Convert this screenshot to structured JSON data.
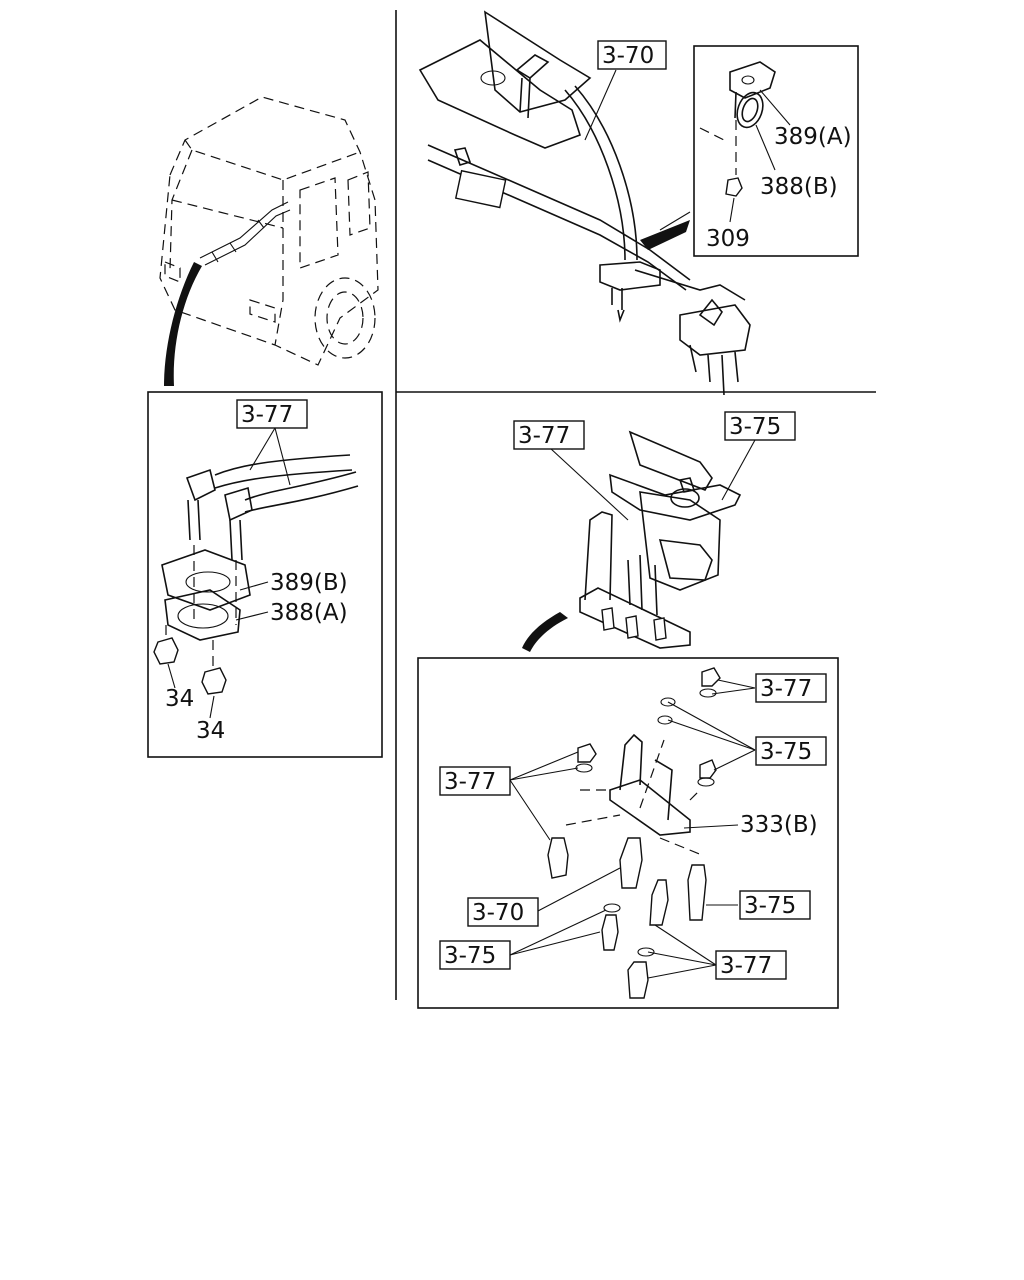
{
  "labels": {
    "tl_389a": "389(A)",
    "tl_388b": "388(B)",
    "tl_309": "309",
    "top_370": "3-70",
    "left_377": "3-77",
    "left_389b": "389(B)",
    "left_388a": "388(A)",
    "left_34a": "34",
    "left_34b": "34",
    "mid_377": "3-77",
    "mid_375": "3-75",
    "br_377_a": "3-77",
    "br_375_a": "3-75",
    "br_377_b": "3-77",
    "br_333b": "333(B)",
    "br_370": "3-70",
    "br_375_b": "3-75",
    "br_375_c": "3-75",
    "br_377_c": "3-77"
  }
}
